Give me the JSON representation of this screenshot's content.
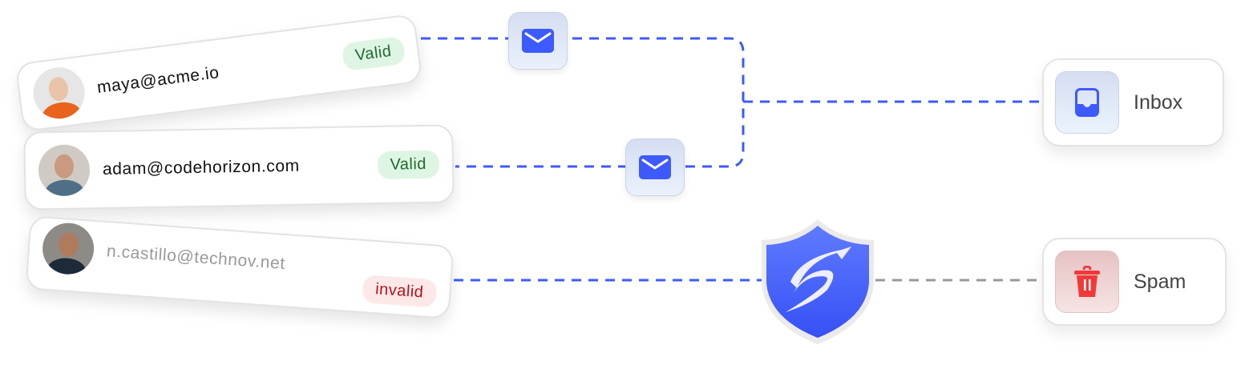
{
  "contacts": [
    {
      "email": "maya@acme.io",
      "status": "Valid"
    },
    {
      "email": "adam@codehorizon.com",
      "status": "Valid"
    },
    {
      "email": "n.castillo@technov.net",
      "status": "invalid"
    }
  ],
  "destinations": {
    "inbox": "Inbox",
    "spam": "Spam"
  },
  "colors": {
    "accent": "#3d5afe",
    "valid_text": "#1d6b2f",
    "invalid_text": "#b3121b",
    "spam_red": "#f03a3a",
    "gray_line": "#999999"
  },
  "icons": [
    "envelope-icon",
    "inbox-icon",
    "trash-icon",
    "shield-icon"
  ]
}
